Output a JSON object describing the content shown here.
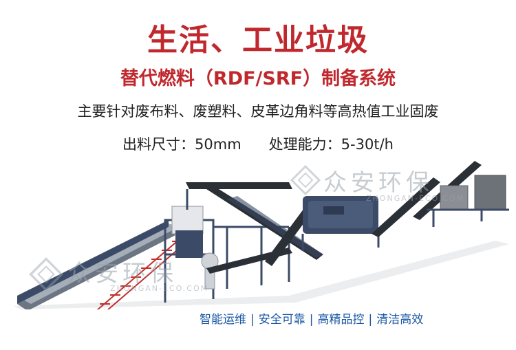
{
  "heading": {
    "title": "生活、工业垃圾",
    "subtitle": "替代燃料（RDF/SRF）制备系统"
  },
  "description": "主要针对废布料、废塑料、皮革边角料等高热值工业固废",
  "specs": {
    "output_size": "出料尺寸：50mm",
    "capacity": "处理能力：5-30t/h"
  },
  "features": [
    "智能运维",
    "安全可靠",
    "高精品控",
    "清洁高效"
  ],
  "features_separator": "|",
  "watermark": {
    "name": "众安环保",
    "url": "ZHONGAN-ECO.COM"
  },
  "colors": {
    "title_red": "#c0282d",
    "feature_blue": "#1b57a6",
    "machine_blue": "#3b4a66",
    "stair_red": "#c0302c",
    "belt_dark": "#2b2f36"
  }
}
